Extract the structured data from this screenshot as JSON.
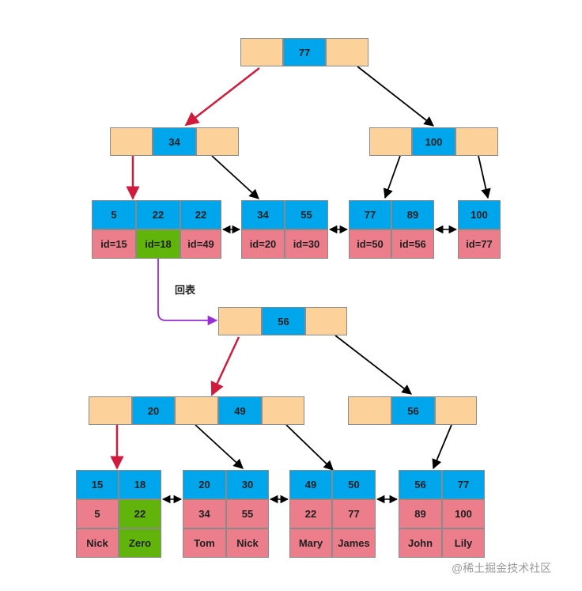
{
  "colors": {
    "pointer": "#fdd29a",
    "key": "#00a6ec",
    "value": "#ec7e8c",
    "hit": "#61b40a",
    "search_arrow": "#d11b3c",
    "lookup_arrow": "#9a2bd6",
    "edge": "#000000"
  },
  "primary_index": {
    "root": {
      "key": "77"
    },
    "level2": [
      {
        "key": "34"
      },
      {
        "key": "100"
      }
    ],
    "leaves": [
      {
        "keys": [
          "5",
          "22",
          "22"
        ],
        "values": [
          "id=15",
          "id=18",
          "id=49"
        ]
      },
      {
        "keys": [
          "34",
          "55"
        ],
        "values": [
          "id=20",
          "id=30"
        ]
      },
      {
        "keys": [
          "77",
          "89"
        ],
        "values": [
          "id=50",
          "id=56"
        ]
      },
      {
        "keys": [
          "100"
        ],
        "values": [
          "id=77"
        ]
      }
    ]
  },
  "lookup_label": "回表",
  "clustered_index": {
    "root": {
      "key": "56"
    },
    "level2": [
      {
        "keys": [
          "20",
          "49"
        ]
      },
      {
        "key": "56"
      }
    ],
    "leaves": [
      {
        "keys": [
          "15",
          "18"
        ],
        "ages": [
          "5",
          "22"
        ],
        "names": [
          "Nick",
          "Zero"
        ]
      },
      {
        "keys": [
          "20",
          "30"
        ],
        "ages": [
          "34",
          "55"
        ],
        "names": [
          "Tom",
          "Nick"
        ]
      },
      {
        "keys": [
          "49",
          "50"
        ],
        "ages": [
          "22",
          "77"
        ],
        "names": [
          "Mary",
          "James"
        ]
      },
      {
        "keys": [
          "56",
          "77"
        ],
        "ages": [
          "89",
          "100"
        ],
        "names": [
          "John",
          "Lily"
        ]
      }
    ]
  },
  "watermark": "@稀土掘金技术社区"
}
